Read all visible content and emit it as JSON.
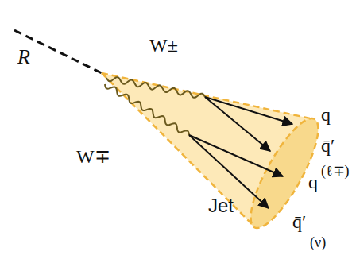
{
  "diagram": {
    "labels": [
      "R",
      "W±",
      "W∓",
      "q",
      "q̄′",
      "q",
      "(ℓ∓)",
      "Jet",
      "q̄′",
      "(ν)"
    ]
  }
}
